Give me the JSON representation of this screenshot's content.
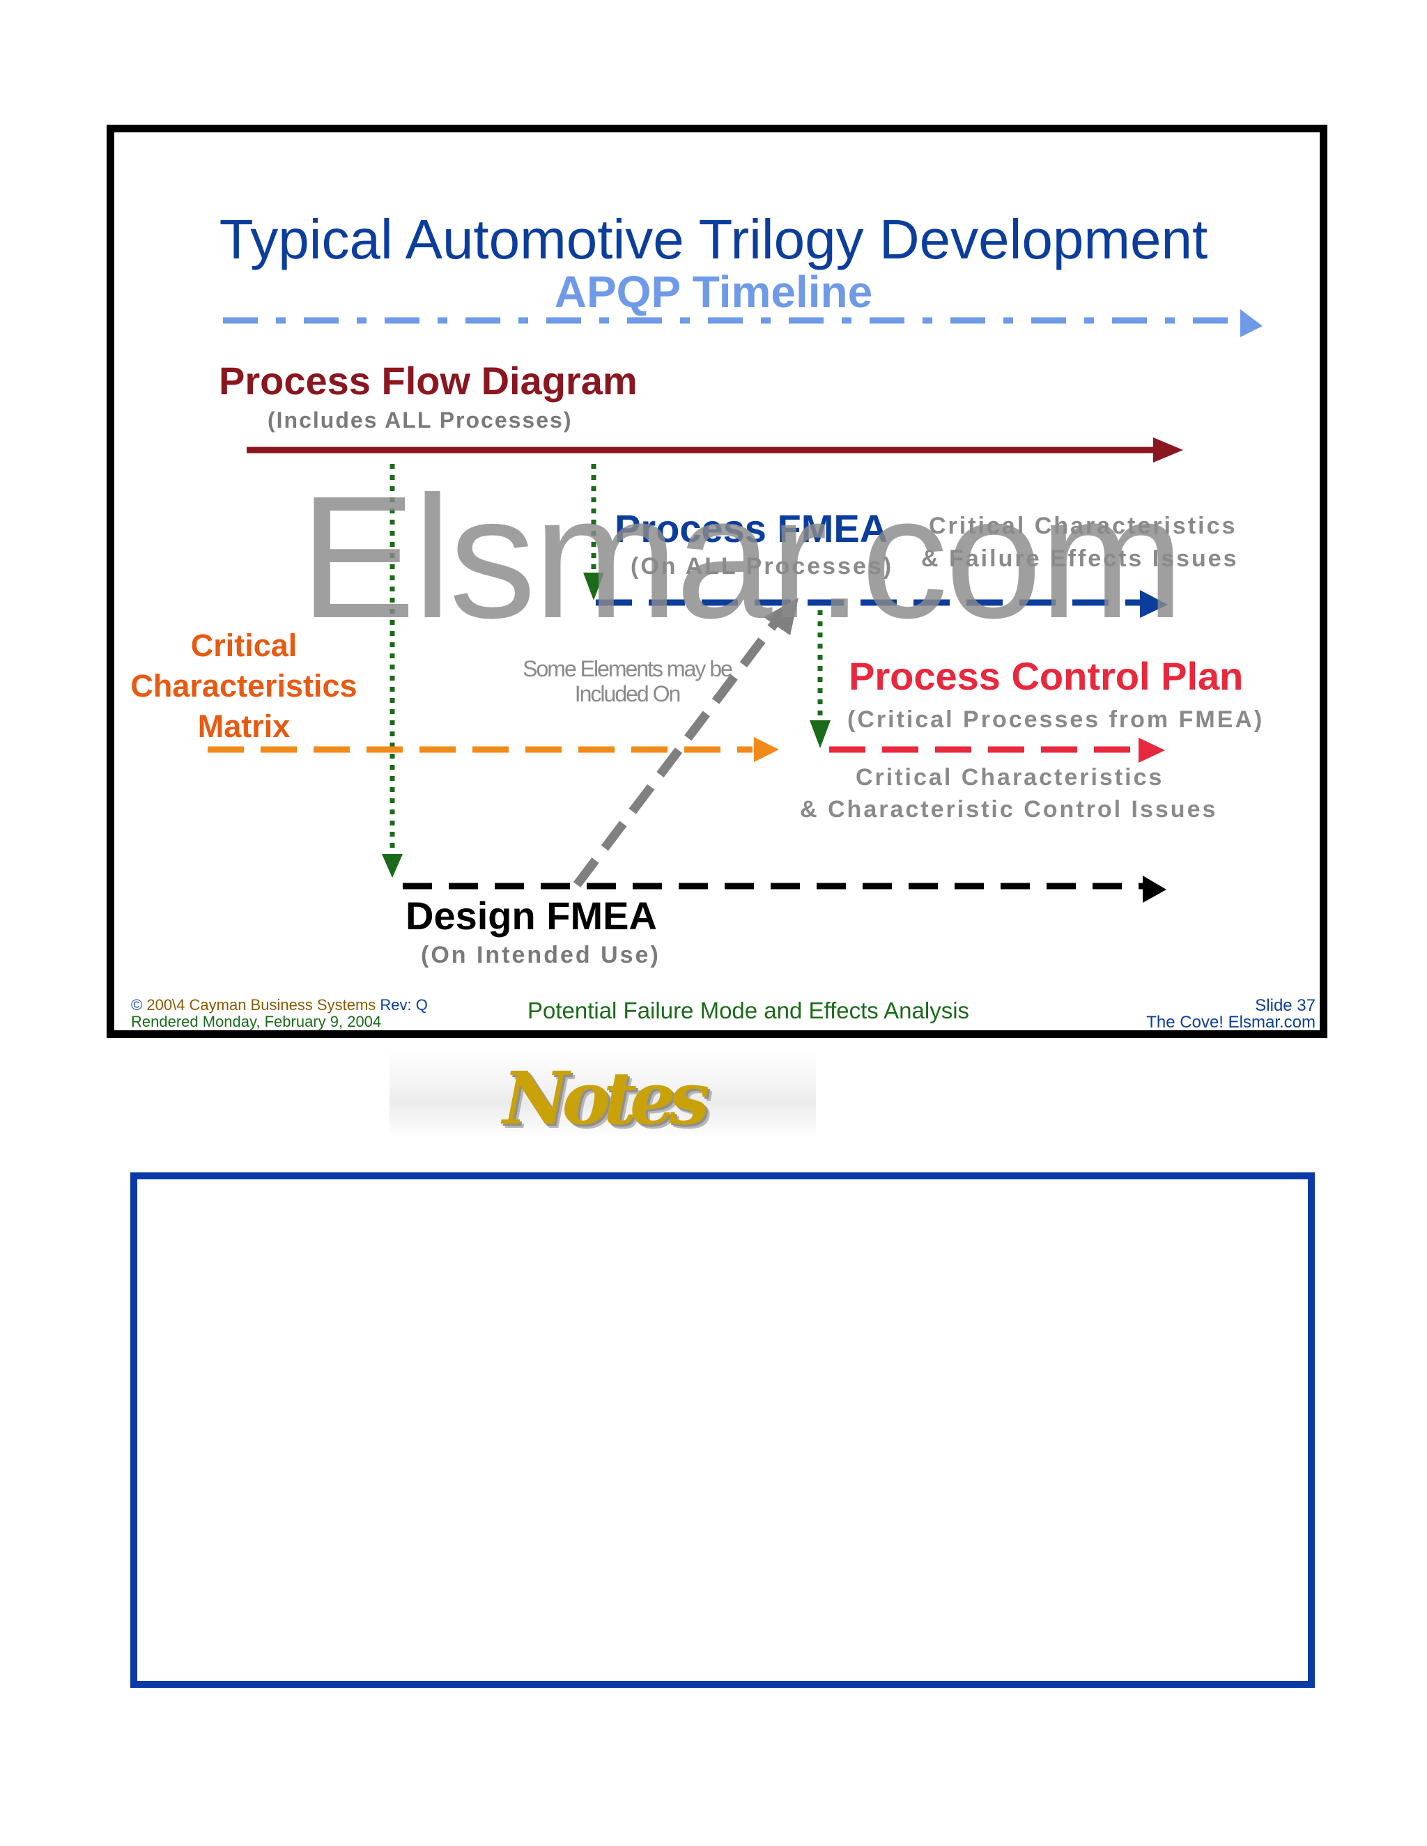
{
  "slide": {
    "title": "Typical Automotive Trilogy Development",
    "subtitle": "APQP Timeline",
    "watermark": "Elsmar.com",
    "process_flow": {
      "title": "Process Flow Diagram",
      "subtitle": "(Includes  ALL  Processes)"
    },
    "process_fmea": {
      "title": "Process FMEA",
      "subtitle": "(On  ALL  Processes)",
      "note_line1": "Critical  Characteristics",
      "note_line2": "& Failure  Effects  Issues"
    },
    "critical_matrix": "Critical Characteristics Matrix",
    "some_elements": "Some Elements may be Included On",
    "control_plan": {
      "title": "Process Control Plan",
      "subtitle": "(Critical  Processes  from  FMEA)",
      "note_line1": "Critical  Characteristics",
      "note_line2": "&  Characteristic  Control  Issues"
    },
    "design_fmea": {
      "title": "Design FMEA",
      "subtitle": "(On  Intended  Use)"
    },
    "footer": {
      "copyright_symbol": "©",
      "copyright": "200\\4  Cayman Business Systems",
      "revision": "Rev: Q",
      "rendered": "Rendered Monday, February 9, 2004",
      "center": "Potential Failure Mode and Effects Analysis",
      "slide_number": "Slide  37",
      "site": "The  Cove!   Elsmar.com"
    }
  },
  "colors": {
    "timeline": "#6f9ae8",
    "process_flow": "#8a1620",
    "process_fmea": "#0b3d9c",
    "critical_matrix": "#f28a1a",
    "control_plan": "#e8283c",
    "design_fmea": "#000000",
    "dependency": "#1a6b1a",
    "feedback": "#808080"
  },
  "notes": {
    "label": "Notes"
  }
}
